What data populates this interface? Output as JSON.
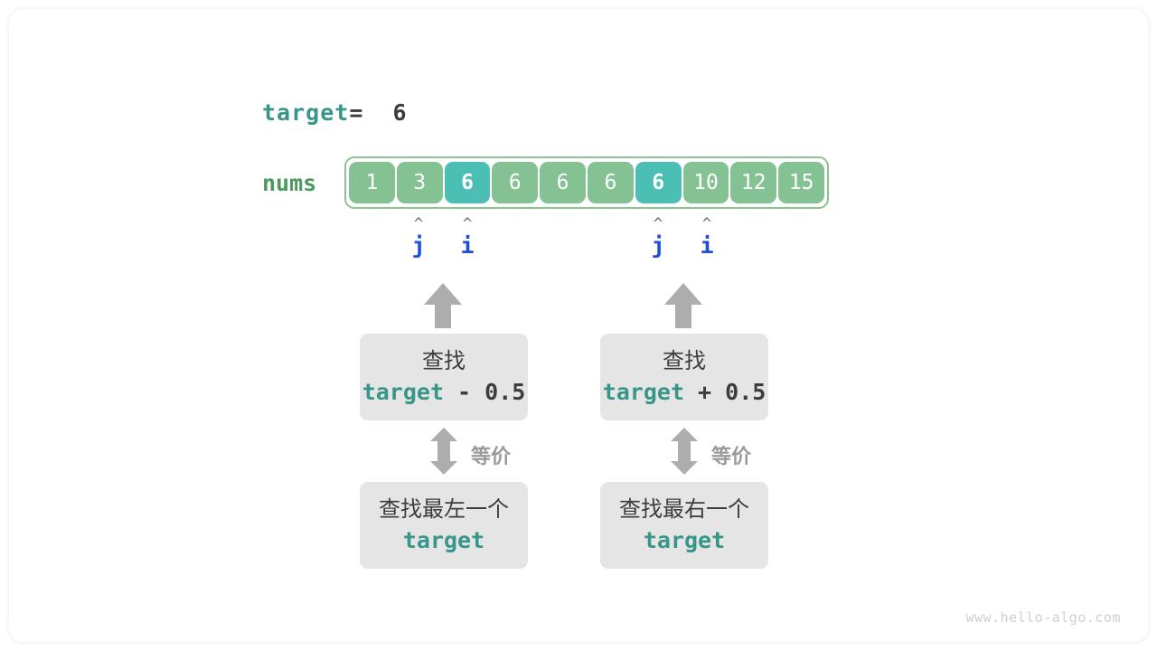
{
  "diagram": {
    "target_line": {
      "variable": "target",
      "equals": "=  6",
      "value": "6"
    },
    "array": {
      "label": "nums",
      "cells": [
        {
          "value": "1",
          "highlight": false
        },
        {
          "value": "3",
          "highlight": false
        },
        {
          "value": "6",
          "highlight": true
        },
        {
          "value": "6",
          "highlight": false
        },
        {
          "value": "6",
          "highlight": false
        },
        {
          "value": "6",
          "highlight": false
        },
        {
          "value": "6",
          "highlight": true
        },
        {
          "value": "10",
          "highlight": false
        },
        {
          "value": "12",
          "highlight": false
        },
        {
          "value": "15",
          "highlight": false
        }
      ]
    },
    "pointers": [
      {
        "name": "j",
        "caret": "^",
        "cell_index": 1
      },
      {
        "name": "i",
        "caret": "^",
        "cell_index": 2
      },
      {
        "name": "j",
        "caret": "^",
        "cell_index": 6
      },
      {
        "name": "i",
        "caret": "^",
        "cell_index": 7
      }
    ],
    "branches": [
      {
        "upper_box": {
          "line1": "查找",
          "term": "target",
          "operator": " - 0.5"
        },
        "equiv_label": "等价",
        "lower_box": {
          "line1": "查找最左一个",
          "term": "target"
        }
      },
      {
        "upper_box": {
          "line1": "查找",
          "term": "target",
          "operator": " + 0.5"
        },
        "equiv_label": "等价",
        "lower_box": {
          "line1": "查找最右一个",
          "term": "target"
        }
      }
    ],
    "watermark": "www.hello-algo.com",
    "colors": {
      "cell": "#84c294",
      "cell_highlight": "#4bbfb4",
      "array_border": "#8cc48f",
      "teal_text": "#389688",
      "dark_text": "#3c3c3c",
      "pointer_blue": "#1f4fd8",
      "arrow_gray": "#adadad",
      "box_gray": "#e5e5e5",
      "nums_green": "#4a9a5c"
    }
  }
}
